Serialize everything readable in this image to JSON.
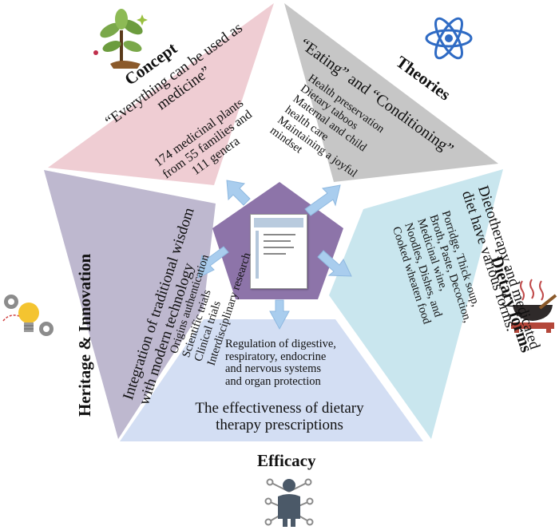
{
  "sections": {
    "concept": {
      "title": "Concept",
      "heading": "“Everything can be used as medicine”",
      "heading_lines": [
        "“Everything can be used as",
        "medicine”"
      ],
      "detail_lines": [
        "174 medicinal plants",
        "from 55 families and",
        "111 genera"
      ]
    },
    "theories": {
      "title": "Theories",
      "heading": "“Eating” and “Conditioning”",
      "items": [
        "Health preservation",
        "Dietary taboos",
        "Maternal and child",
        "health care",
        "Maintaining a joyful",
        "mindset"
      ]
    },
    "dietary_forms": {
      "title": "Dietary forms",
      "heading_lines": [
        "Dietotherapy and medicated",
        "diet have various forms."
      ],
      "items": [
        "Porridge, Thick soup,",
        "Broth, Paste, Decoction,",
        "Medicinal wine,",
        "Noodles, Dishes, and",
        "Cooked wheaten food"
      ]
    },
    "efficacy": {
      "title": "Efficacy",
      "detail_lines": [
        "Regulation of digestive,",
        "respiratory, endocrine",
        "and nervous systems",
        "and organ protection"
      ],
      "heading_lines": [
        "The effectiveness of dietary",
        "therapy prescriptions"
      ]
    },
    "heritage": {
      "title": "Heritage & Innovation",
      "heading_lines": [
        "Integration of traditional wisdom",
        "with modern technology"
      ],
      "items": [
        "Origins authentication",
        "Scientific trials",
        "Clinical trials",
        "Interdisciplinary research"
      ]
    }
  },
  "icons": [
    "plant-sprout-icon",
    "atom-icon",
    "herbal-bowl-icon",
    "person-network-icon",
    "lightbulb-gears-icon",
    "book-page-icon"
  ],
  "colors": {
    "concept": "#EFCDD3",
    "theories": "#C6C6C6",
    "dietary_forms": "#C9E6EE",
    "efficacy": "#D3DEF3",
    "heritage": "#BEB8CF",
    "center": "#8D74A9",
    "arrow": "#A9CDEE"
  }
}
